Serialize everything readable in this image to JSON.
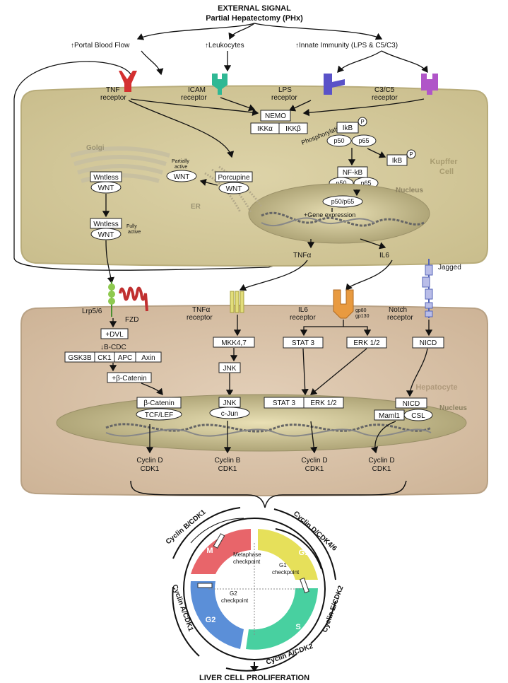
{
  "header": {
    "title": "EXTERNAL SIGNAL",
    "subtitle": "Partial Hepatectomy (PHx)",
    "signal_portal": "↑Portal Blood Flow",
    "signal_leuko": "↑Leukocytes",
    "signal_innate": "↑Innate Immunity (LPS & C5/C3)"
  },
  "kupffer": {
    "cell_label_1": "Kupffer",
    "cell_label_2": "Cell",
    "tnf_receptor_1": "TNF",
    "tnf_receptor_2": "receptor",
    "icam_receptor_1": "ICAM",
    "icam_receptor_2": "receptor",
    "lps_receptor_1": "LPS",
    "lps_receptor_2": "receptor",
    "c3c5_receptor_1": "C3/C5",
    "c3c5_receptor_2": "receptor",
    "nemo": "NEMO",
    "ikka": "IKKα",
    "ikkb": "IKKβ",
    "phosphorylation": "Phosphorylation",
    "ikb": "IkB",
    "p_mark": "P",
    "p50": "p50",
    "p65": "p65",
    "nfkb": "NF-kB",
    "p50p65": "p50/p65",
    "nucleus": "Nucleus",
    "gene_expression": "+Gene expression",
    "golgi": "Golgi",
    "er": "ER",
    "wntless": "Wntless",
    "wnt": "WNT",
    "partially_active_1": "Partially",
    "partially_active_2": "active",
    "porcupine": "Porcupine",
    "fully_active_1": "Fully",
    "fully_active_2": "active",
    "tnfa": "TNFα",
    "il6": "IL6"
  },
  "hepatocyte": {
    "cell_label": "Hepatocyte",
    "nucleus": "Nucleus",
    "jagged": "Jagged",
    "lrp": "Lrp5/6",
    "fzd": "FZD",
    "tnfa_receptor_1": "TNFα",
    "tnfa_receptor_2": "receptor",
    "il6_receptor_1": "IL6",
    "il6_receptor_2": "receptor",
    "gp80": "gp80",
    "gp130": "gp130",
    "notch_receptor_1": "Notch",
    "notch_receptor_2": "receptor",
    "dvl": "+DVL",
    "bcdc": "↓B-CDC",
    "gsk3b": "GSK3B",
    "ck1": "CK1",
    "apc": "APC",
    "axin": "Axin",
    "b_catenin_plus": "+β-Catenin",
    "b_catenin": "β-Catenin",
    "tcf_lef": "TCF/LEF",
    "mkk": "MKK4,7",
    "jnk": "JNK",
    "jnk2": "JNK",
    "cjun": "c-Jun",
    "stat3": "STAT 3",
    "erk": "ERK 1/2",
    "stat3_n": "STAT 3",
    "erk_n": "ERK 1/2",
    "nicd": "NICD",
    "nicd_n": "NICD",
    "maml1": "Maml1",
    "csl": "CSL",
    "out1_a": "Cyclin D",
    "out1_b": "CDK1",
    "out2_a": "Cyclin B",
    "out2_b": "CDK1",
    "out3_a": "Cyclin D",
    "out3_b": "CDK1",
    "out4_a": "Cyclin D",
    "out4_b": "CDK1"
  },
  "cycle": {
    "phase_m": "M",
    "phase_g1": "G1",
    "phase_s": "S",
    "phase_g2": "G2",
    "metaphase_1": "Metaphase",
    "metaphase_2": "checkpoint",
    "g1check_1": "G1",
    "g1check_2": "checkpoint",
    "g2check_1": "G2",
    "g2check_2": "checkpoint",
    "arc_b_cdk1": "Cyclin B/CDK1",
    "arc_d_cdk46": "Cyclin D/CDK4/6",
    "arc_e_cdk2": "Cyclin E/CDK2",
    "arc_a_cdk2": "Cyclin A/CDK2",
    "arc_a_cdk1": "Cyclin A/CDK1",
    "color_m": "#e8656a",
    "color_g1": "#e6e05a",
    "color_s": "#48d0a0",
    "color_g2": "#5b8fd8"
  },
  "footer": {
    "result": "LIVER CELL PROLIFERATION"
  }
}
